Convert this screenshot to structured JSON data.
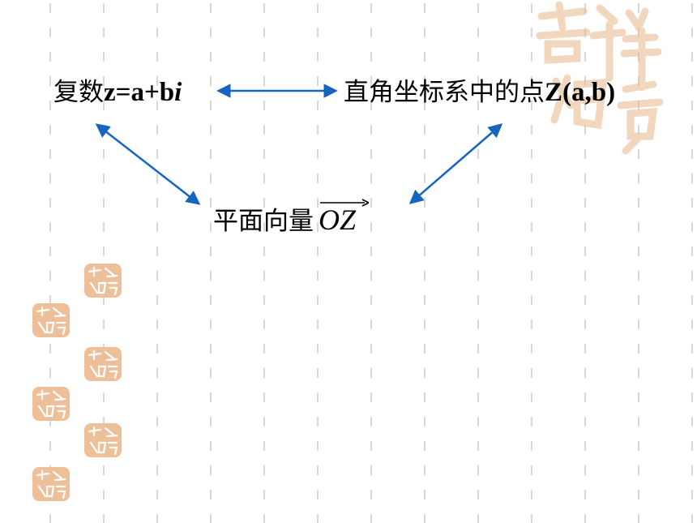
{
  "slide": {
    "complex": {
      "cjk": "复数",
      "expr": "z=a+b",
      "italic": "i"
    },
    "point": {
      "cjk": "直角坐标系中的点",
      "coord": "Z(a,b)"
    },
    "vector": {
      "cjk": "平面向量",
      "symbol": "OZ"
    }
  },
  "decor": {
    "seal_text": "吉祥如意",
    "colors": {
      "seal": "#e7b789",
      "grid_mark": "#d8d8d8",
      "arrow": "#1565c0"
    }
  }
}
